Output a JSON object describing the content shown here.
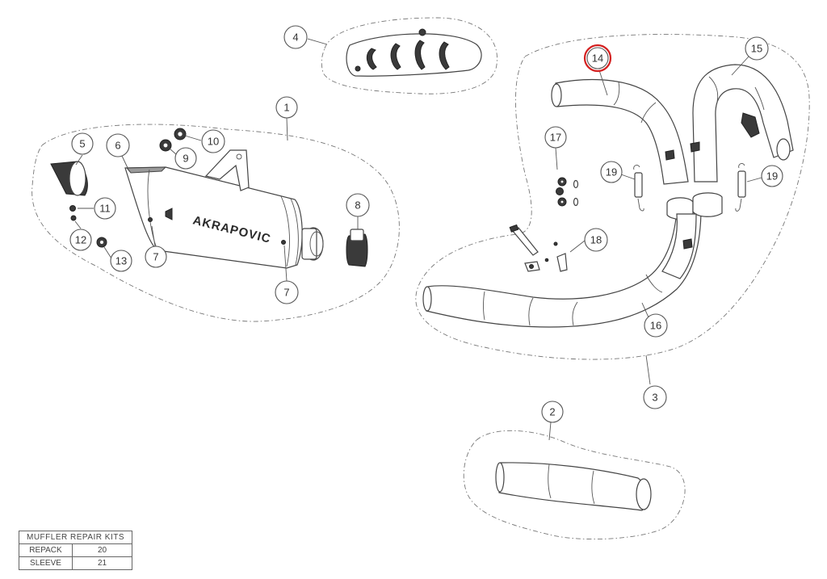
{
  "brand_lettering": "AKRAPOVIC",
  "callouts": [
    {
      "id": "1",
      "label": "1"
    },
    {
      "id": "2",
      "label": "2"
    },
    {
      "id": "3",
      "label": "3"
    },
    {
      "id": "4",
      "label": "4"
    },
    {
      "id": "5",
      "label": "5"
    },
    {
      "id": "6",
      "label": "6"
    },
    {
      "id": "7a",
      "label": "7"
    },
    {
      "id": "7b",
      "label": "7"
    },
    {
      "id": "8",
      "label": "8"
    },
    {
      "id": "9",
      "label": "9"
    },
    {
      "id": "10",
      "label": "10"
    },
    {
      "id": "11",
      "label": "11"
    },
    {
      "id": "12",
      "label": "12"
    },
    {
      "id": "13",
      "label": "13"
    },
    {
      "id": "14",
      "label": "14",
      "highlighted": true
    },
    {
      "id": "15",
      "label": "15"
    },
    {
      "id": "16",
      "label": "16"
    },
    {
      "id": "17",
      "label": "17"
    },
    {
      "id": "18",
      "label": "18"
    },
    {
      "id": "19a",
      "label": "19"
    },
    {
      "id": "19b",
      "label": "19"
    }
  ],
  "repair_kits": {
    "title": "MUFFLER REPAIR KITS",
    "rows": [
      {
        "name": "REPACK",
        "number": "20"
      },
      {
        "name": "SLEEVE",
        "number": "21"
      }
    ]
  },
  "colors": {
    "highlight": "#d42020",
    "line": "#444444"
  }
}
